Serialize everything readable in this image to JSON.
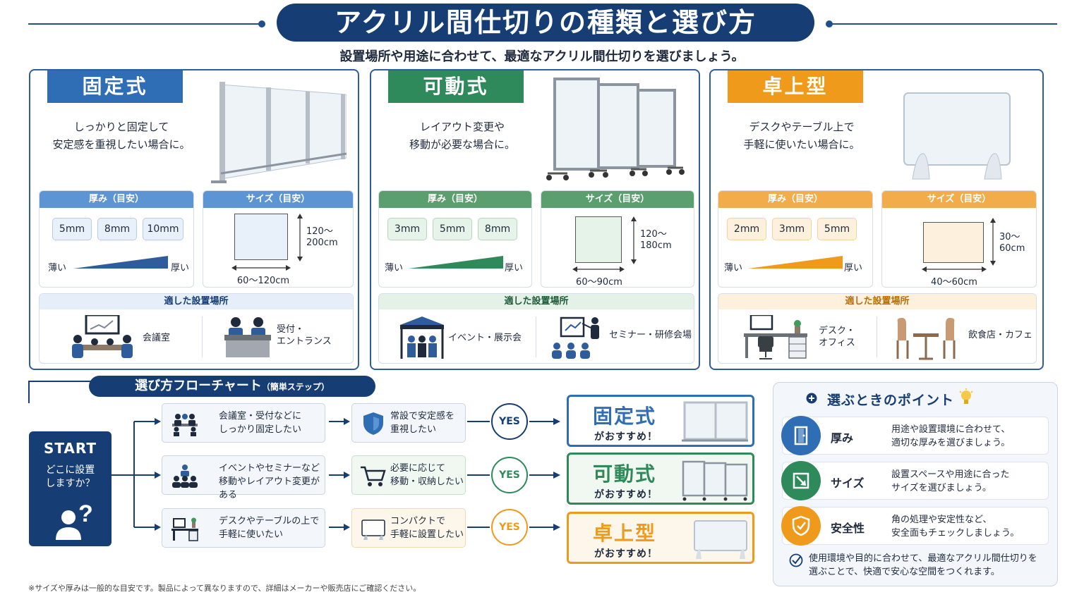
{
  "header": {
    "title": "アクリル間仕切りの種類と選び方",
    "subtitle": "設置場所や用途に合わせて、最適なアクリル間仕切りを選びましょう。"
  },
  "colors": {
    "navy": "#163e75",
    "blue": "#2f6db5",
    "green": "#2e8a5b",
    "orange": "#ef9a1b"
  },
  "types": [
    {
      "name": "固定式",
      "desc1": "しっかりと固定して",
      "desc2": "安定感を重視したい場合に。",
      "thickness_label": "厚み（目安）",
      "thickness": [
        "5mm",
        "8mm",
        "10mm"
      ],
      "thin": "薄い",
      "thick": "厚い",
      "size_label": "サイズ（目安）",
      "height1": "120～",
      "height2": "200cm",
      "width": "60～120cm",
      "places_label": "適した設置場所",
      "place1": "会議室",
      "place2a": "受付・",
      "place2b": "エントランス"
    },
    {
      "name": "可動式",
      "desc1": "レイアウト変更や",
      "desc2": "移動が必要な場合に。",
      "thickness_label": "厚み（目安）",
      "thickness": [
        "3mm",
        "5mm",
        "8mm"
      ],
      "thin": "薄い",
      "thick": "厚い",
      "size_label": "サイズ（目安）",
      "height1": "120～",
      "height2": "180cm",
      "width": "60～90cm",
      "places_label": "適した設置場所",
      "place1": "イベント・展示会",
      "place2a": "セミナー・研修会場",
      "place2b": ""
    },
    {
      "name": "卓上型",
      "desc1": "デスクやテーブル上で",
      "desc2": "手軽に使いたい場合に。",
      "thickness_label": "厚み（目安）",
      "thickness": [
        "2mm",
        "3mm",
        "5mm"
      ],
      "thin": "薄い",
      "thick": "厚い",
      "size_label": "サイズ（目安）",
      "height1": "30～",
      "height2": "60cm",
      "width": "40～60cm",
      "places_label": "適した設置場所",
      "place1a": "デスク・",
      "place1b": "オフィス",
      "place2a": "飲食店・カフェ",
      "place2b": ""
    }
  ],
  "flow": {
    "title": "選び方フローチャート",
    "title_small": "（簡単ステップ）",
    "start": "START",
    "start_q1": "どこに設置",
    "start_q2": "しますか？",
    "yes": "YES",
    "recommend": "がおすすめ！",
    "rows": [
      {
        "q1": "会議室・受付などに",
        "q2": "しっかり固定したい",
        "r1": "常設で安定感を",
        "r2": "重視したい",
        "result": "固定式"
      },
      {
        "q1": "イベントやセミナーなど",
        "q2": "移動やレイアウト変更がある",
        "r1": "必要に応じて",
        "r2": "移動・収納したい",
        "result": "可動式"
      },
      {
        "q1": "デスクやテーブルの上で",
        "q2": "手軽に使いたい",
        "r1": "コンパクトで",
        "r2": "手軽に設置したい",
        "result": "卓上型"
      }
    ]
  },
  "points": {
    "title": "選ぶときのポイント",
    "items": [
      {
        "name": "厚み",
        "d1": "用途や設置環境に合わせて、",
        "d2": "適切な厚みを選びましょう。",
        "icon": "door-icon"
      },
      {
        "name": "サイズ",
        "d1": "設置スペースや用途に合った",
        "d2": "サイズを選びましょう。",
        "icon": "resize-icon"
      },
      {
        "name": "安全性",
        "d1": "角の処理や安定性など、",
        "d2": "安全面もチェックしましょう。",
        "icon": "shield-icon"
      }
    ],
    "foot1": "使用環境や目的に合わせて、最適なアクリル間仕切りを",
    "foot2": "選ぶことで、快適で安心な空間をつくれます。"
  },
  "footnote": "※サイズや厚みは一般的な目安です。製品によって異なりますので、詳細はメーカーや販売店にご確認ください。"
}
